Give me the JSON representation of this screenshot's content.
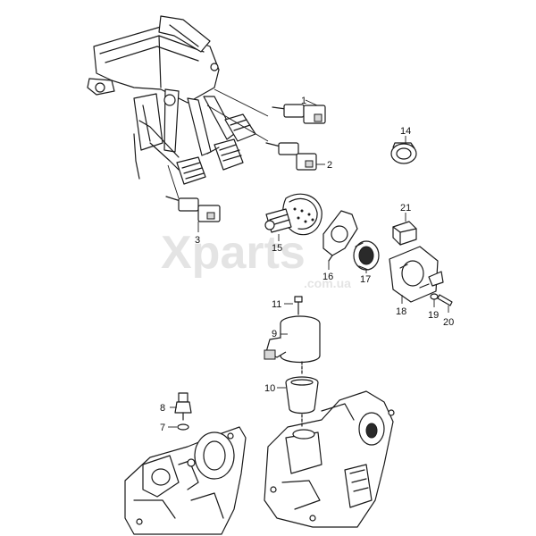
{
  "watermark": {
    "brand": "Xparts",
    "domain": ".com.ua"
  },
  "callouts": [
    {
      "id": "p1",
      "text": "1"
    },
    {
      "id": "p2",
      "text": "2"
    },
    {
      "id": "p3",
      "text": "3"
    },
    {
      "id": "p7",
      "text": "7"
    },
    {
      "id": "p8",
      "text": "8"
    },
    {
      "id": "p9",
      "text": "9"
    },
    {
      "id": "p10",
      "text": "10"
    },
    {
      "id": "p11",
      "text": "11"
    },
    {
      "id": "p14",
      "text": "14"
    },
    {
      "id": "p15",
      "text": "15"
    },
    {
      "id": "p16",
      "text": "16"
    },
    {
      "id": "p17",
      "text": "17"
    },
    {
      "id": "p18",
      "text": "18"
    },
    {
      "id": "p19",
      "text": "19"
    },
    {
      "id": "p20",
      "text": "20"
    },
    {
      "id": "p21",
      "text": "21"
    }
  ]
}
